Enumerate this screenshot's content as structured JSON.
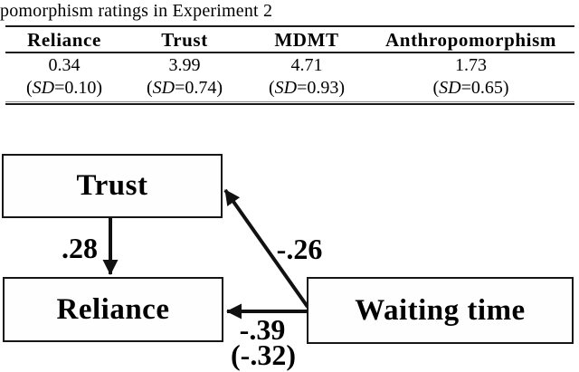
{
  "caption": "pomorphism ratings in Experiment 2",
  "table": {
    "headers": [
      "Reliance",
      "Trust",
      "MDMT",
      "Anthropomorphism"
    ],
    "means": [
      "0.34",
      "3.99",
      "4.71",
      "1.73"
    ],
    "sds": [
      {
        "open": "(",
        "label": "SD",
        "rest": "=0.10)"
      },
      {
        "open": "(",
        "label": "SD",
        "rest": "=0.74)"
      },
      {
        "open": "(",
        "label": "SD",
        "rest": "=0.93)"
      },
      {
        "open": "(",
        "label": "SD",
        "rest": "=0.65)"
      }
    ]
  },
  "diagram": {
    "nodes": {
      "trust": "Trust",
      "reliance": "Reliance",
      "waiting_time": "Waiting time"
    },
    "edges": {
      "trust_to_reliance": {
        "label": ".28"
      },
      "waiting_to_trust": {
        "label": "-.26"
      },
      "waiting_to_reliance": {
        "label": "-.39",
        "label_secondary": "(-.32)"
      }
    }
  },
  "colors": {
    "text": "#000000",
    "line": "#111111",
    "background": "#ffffff"
  }
}
